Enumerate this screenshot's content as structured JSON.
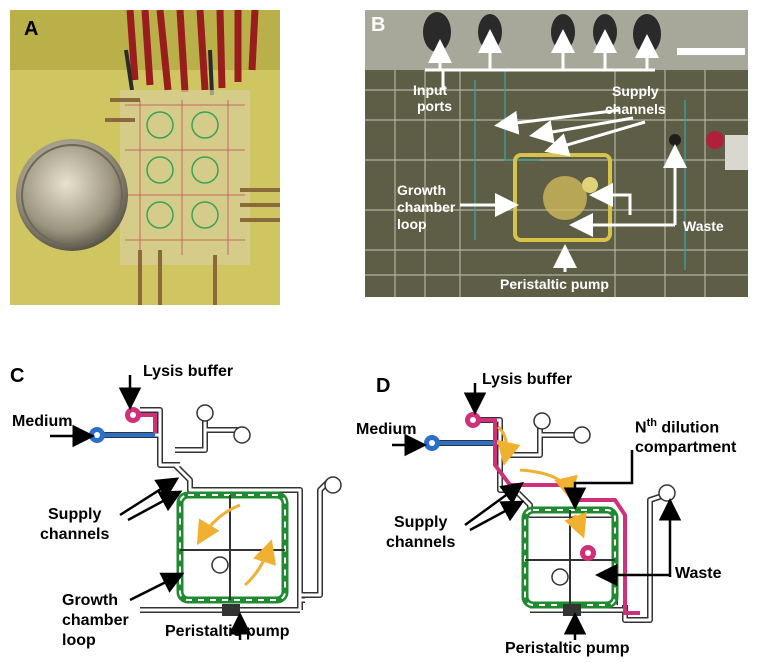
{
  "panels": {
    "a": {
      "letter": "A"
    },
    "b": {
      "letter": "B",
      "labels": {
        "input_ports_1": "Input",
        "input_ports_2": "ports",
        "supply_1": "Supply",
        "supply_2": "channels",
        "growth_1": "Growth",
        "growth_2": "chamber",
        "growth_3": "loop",
        "waste": "Waste",
        "pump": "Peristaltic pump"
      }
    },
    "c": {
      "letter": "C",
      "labels": {
        "lysis": "Lysis buffer",
        "medium": "Medium",
        "supply_1": "Supply",
        "supply_2": "channels",
        "growth_1": "Growth",
        "growth_2": "chamber",
        "growth_3": "loop",
        "pump": "Peristaltic pump"
      }
    },
    "d": {
      "letter": "D",
      "labels": {
        "lysis": "Lysis buffer",
        "medium": "Medium",
        "nth_1a": "N",
        "nth_sup": "th",
        "nth_1b": "dilution",
        "nth_2": "compartment",
        "supply_1": "Supply",
        "supply_2": "channels",
        "waste": "Waste",
        "pump": "Peristaltic pump"
      }
    }
  },
  "colors": {
    "medium_port": "#2a6fc9",
    "lysis_port": "#d0307a",
    "growth_loop": "#1f8a2f",
    "flow_arrow": "#f0b030",
    "channel_outline": "#333333",
    "photo_a_bg": "#c9c25a",
    "photo_b_bg": "#5e5e48"
  }
}
